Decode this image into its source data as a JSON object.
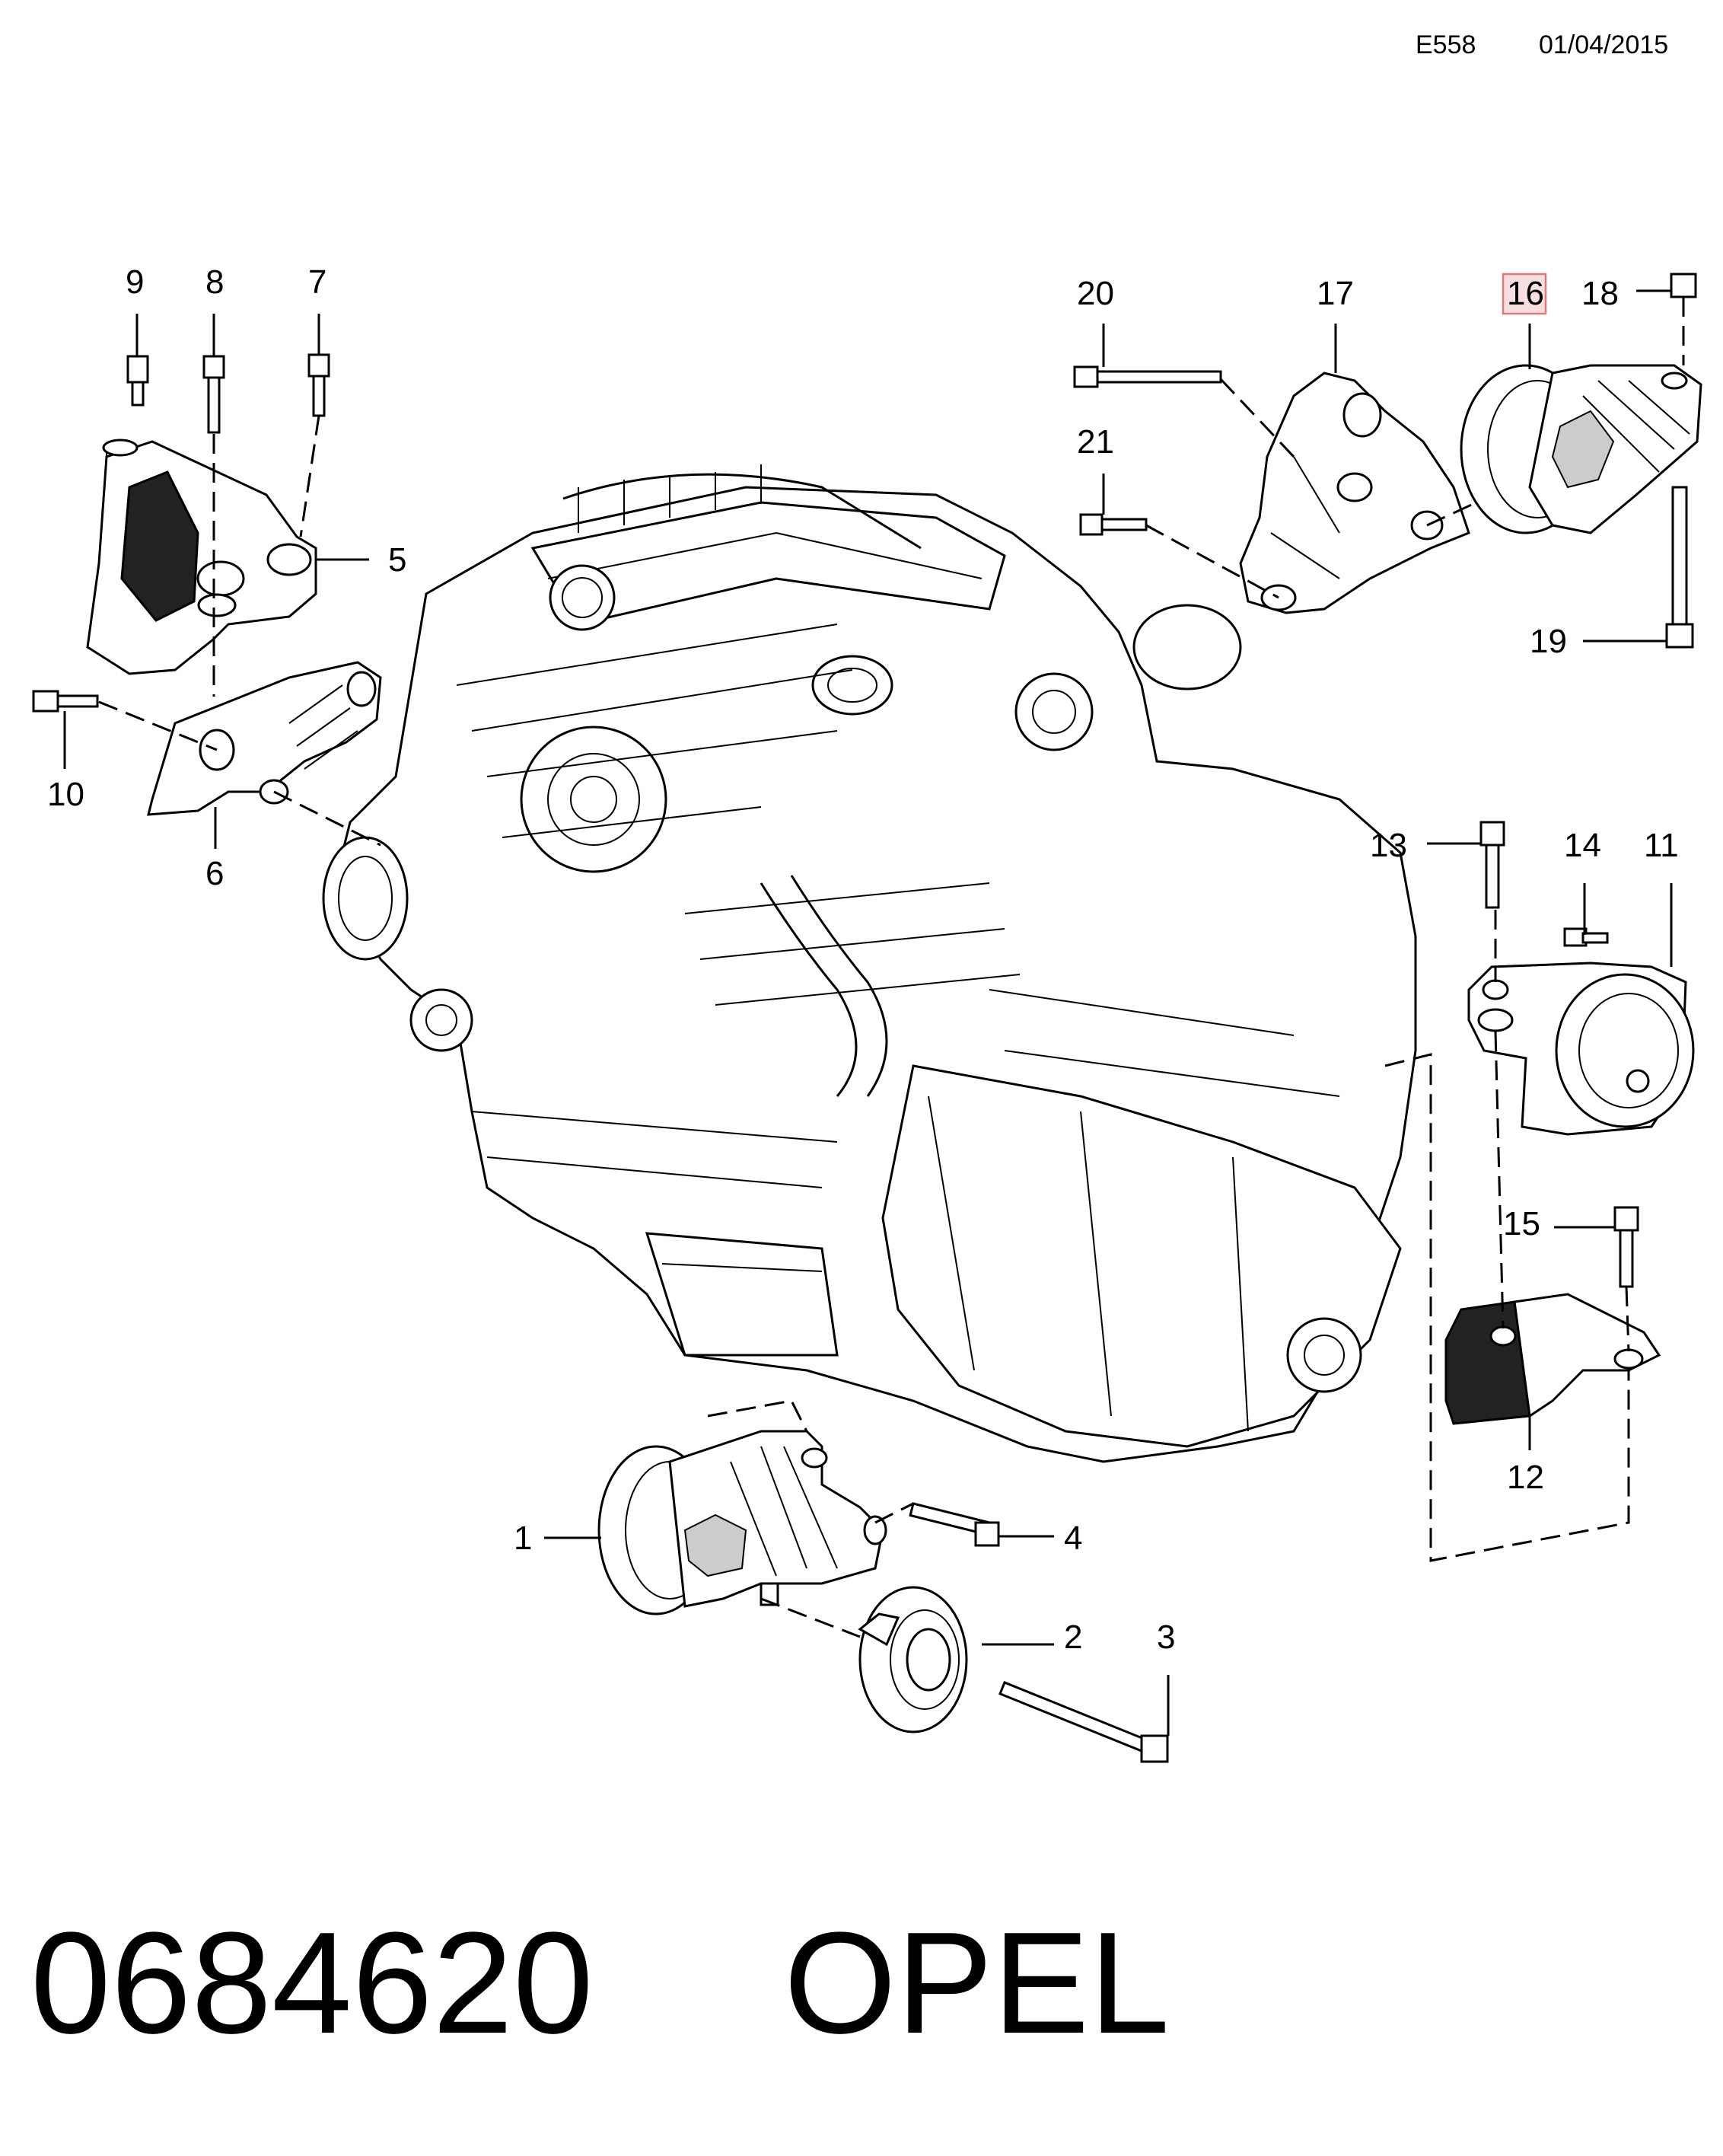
{
  "header": {
    "code": "E558",
    "date": "01/04/2015"
  },
  "callouts": [
    {
      "n": "1"
    },
    {
      "n": "2"
    },
    {
      "n": "3"
    },
    {
      "n": "4"
    },
    {
      "n": "5"
    },
    {
      "n": "6"
    },
    {
      "n": "7"
    },
    {
      "n": "8"
    },
    {
      "n": "9"
    },
    {
      "n": "10"
    },
    {
      "n": "11"
    },
    {
      "n": "12"
    },
    {
      "n": "13"
    },
    {
      "n": "14"
    },
    {
      "n": "15"
    },
    {
      "n": "16",
      "highlighted": true
    },
    {
      "n": "17"
    },
    {
      "n": "18"
    },
    {
      "n": "19"
    },
    {
      "n": "20"
    },
    {
      "n": "21"
    }
  ],
  "footer": {
    "part_number": "0684620",
    "brand": "OPEL"
  },
  "colors": {
    "highlight_fill": "#f8dede",
    "highlight_stroke": "#d87a7a"
  }
}
